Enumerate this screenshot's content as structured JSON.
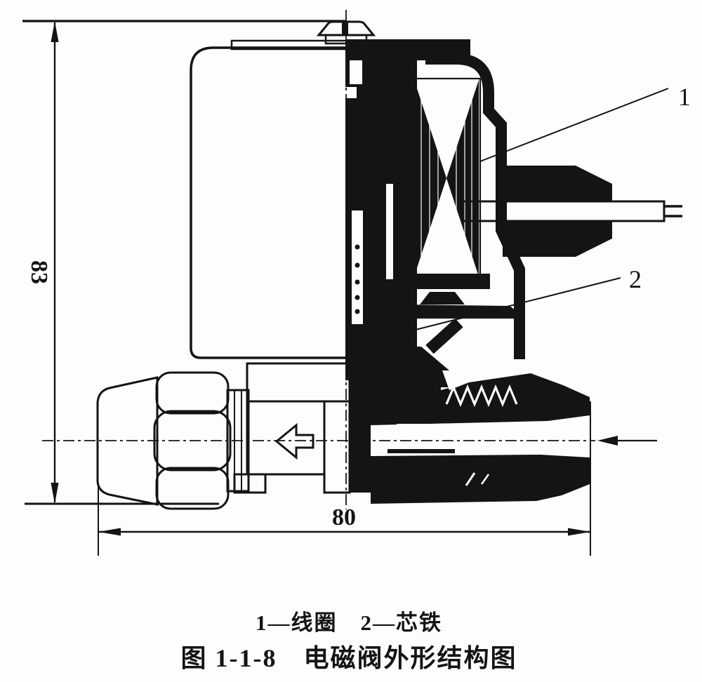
{
  "figure": {
    "dimensions": {
      "height": "83",
      "width": "80"
    },
    "callouts": {
      "coil": "1",
      "core": "2"
    },
    "legend": "1—线圈　2—芯铁",
    "caption": "图 1-1-8　电磁阀外形结构图",
    "colors": {
      "ink": "#141414",
      "paper": "#fdfdfd"
    }
  }
}
